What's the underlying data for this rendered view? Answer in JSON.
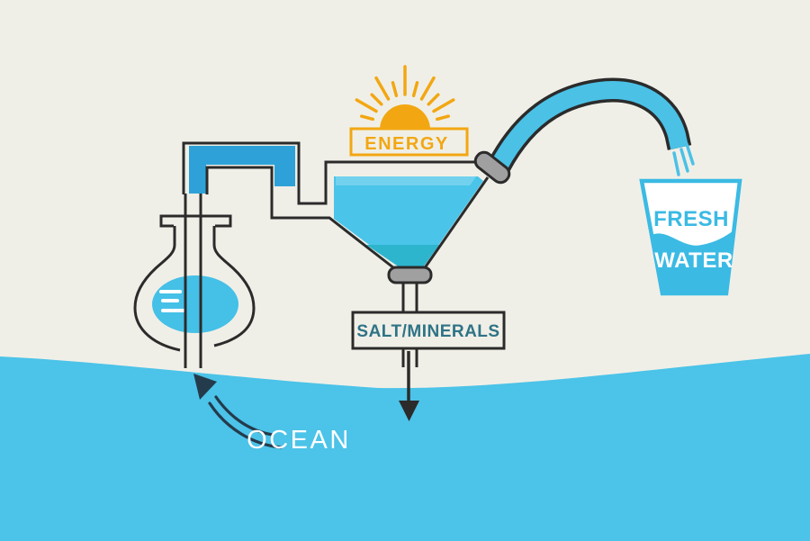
{
  "diagram": {
    "title": "desalination-process",
    "labels": {
      "energy": "ENERGY",
      "salt_minerals": "SALT/MINERALS",
      "ocean": "OCEAN",
      "fresh": "FRESH",
      "water": "WATER"
    },
    "colors": {
      "background": "#F0EFE7",
      "ocean_blue": "#4CC3E8",
      "pipe_blue": "#2EA2D8",
      "funnel_blue": "#4AC4E9",
      "funnel_blue_light": "#72D2EE",
      "funnel_blue_dark": "#2EB5CE",
      "spout_blue": "#4BC1E6",
      "flask_blue": "#45C0E7",
      "glass_blue": "#3BBAE4",
      "sun_orange": "#F2A712",
      "teal_text": "#2E7386",
      "outline_dark": "#2B2B2B",
      "arrow_navy": "#243B4C",
      "coupler_gray": "#A0A0A0",
      "white": "#FFFFFF"
    }
  }
}
